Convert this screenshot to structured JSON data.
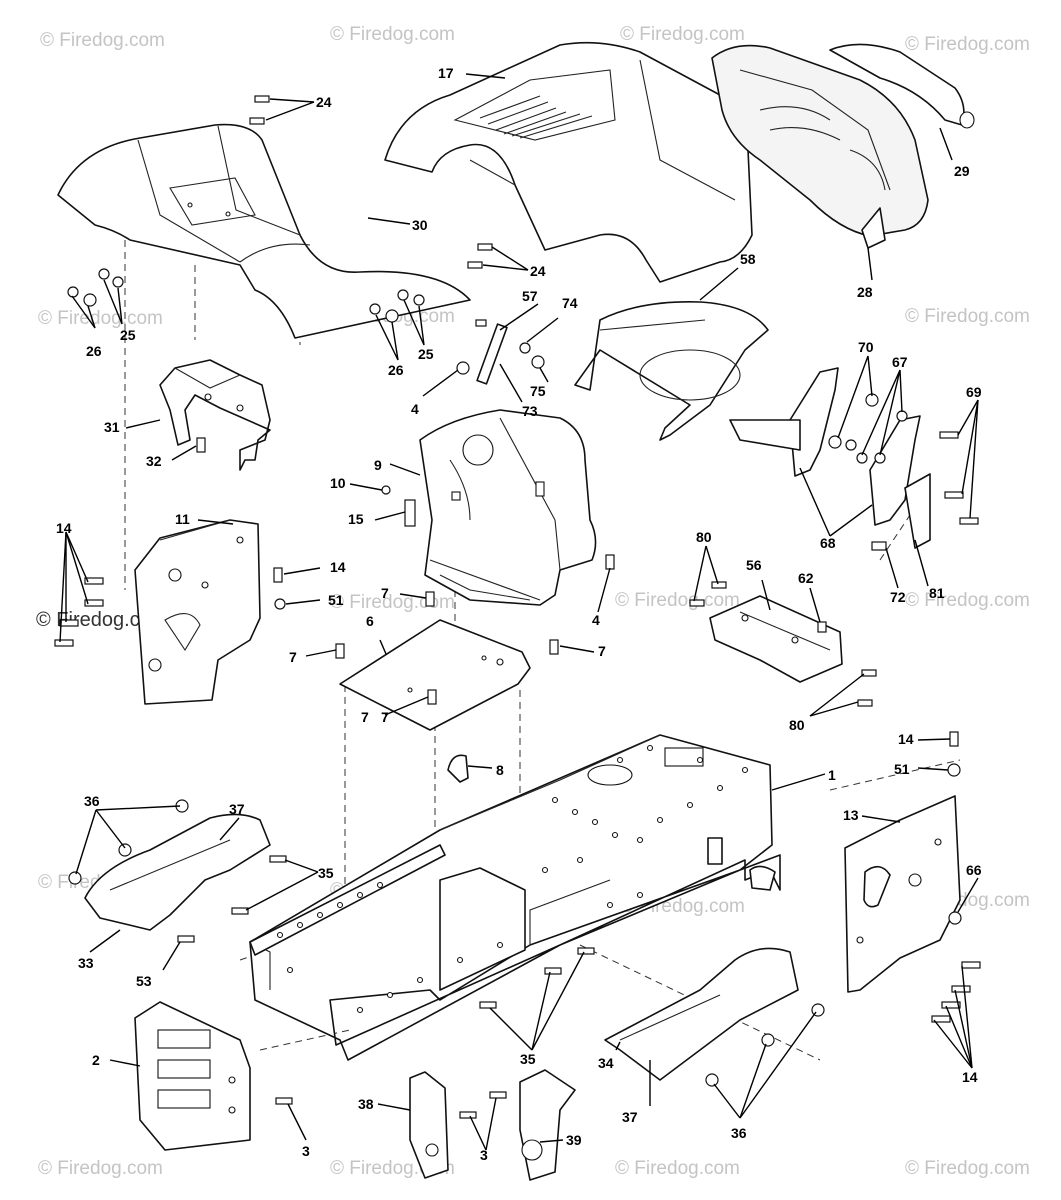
{
  "watermark": {
    "text": "© Firedog.com"
  },
  "callouts": [
    "1",
    "2",
    "3",
    "3",
    "4",
    "4",
    "6",
    "7",
    "7",
    "7",
    "7",
    "7",
    "8",
    "9",
    "10",
    "11",
    "13",
    "14",
    "14",
    "14",
    "14",
    "15",
    "17",
    "24",
    "24",
    "25",
    "25",
    "26",
    "26",
    "28",
    "29",
    "30",
    "31",
    "32",
    "33",
    "34",
    "35",
    "35",
    "36",
    "36",
    "37",
    "37",
    "38",
    "39",
    "51",
    "51",
    "53",
    "56",
    "57",
    "58",
    "62",
    "66",
    "67",
    "68",
    "69",
    "70",
    "72",
    "73",
    "74",
    "75",
    "80",
    "80",
    "81"
  ]
}
